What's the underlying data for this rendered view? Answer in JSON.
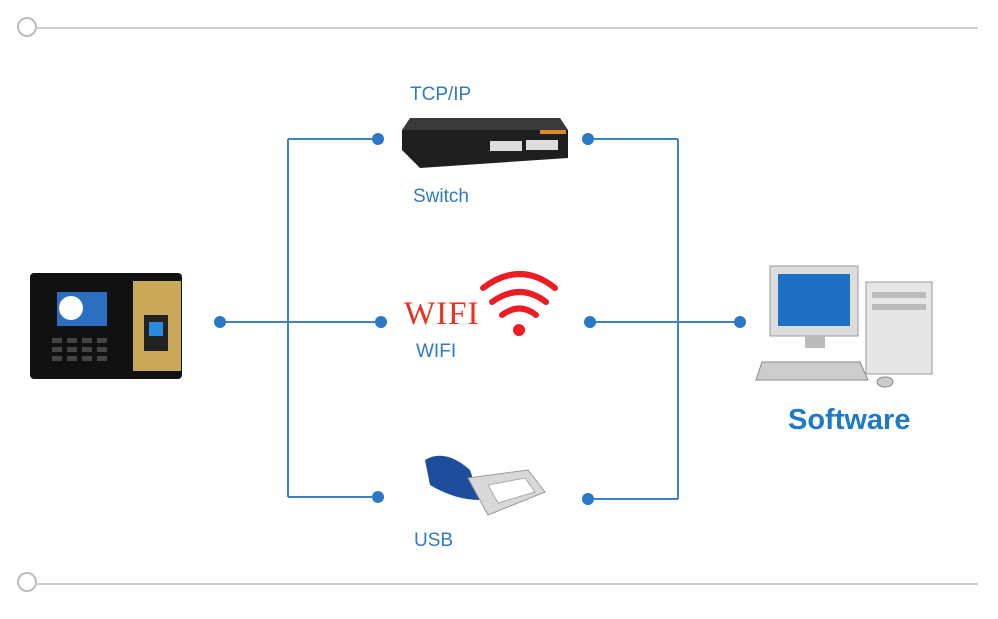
{
  "labels": {
    "tcpip": "TCP/IP",
    "switch": "Switch",
    "wifi_logo": "WIFI",
    "wifi": "WIFI",
    "usb": "USB",
    "software": "Software"
  },
  "colors": {
    "line": "#3b82c8",
    "dot": "#2a78c6",
    "wifi_red": "#e8321f",
    "text_blue": "#2f7bc0",
    "divider": "#cfcfcf"
  }
}
